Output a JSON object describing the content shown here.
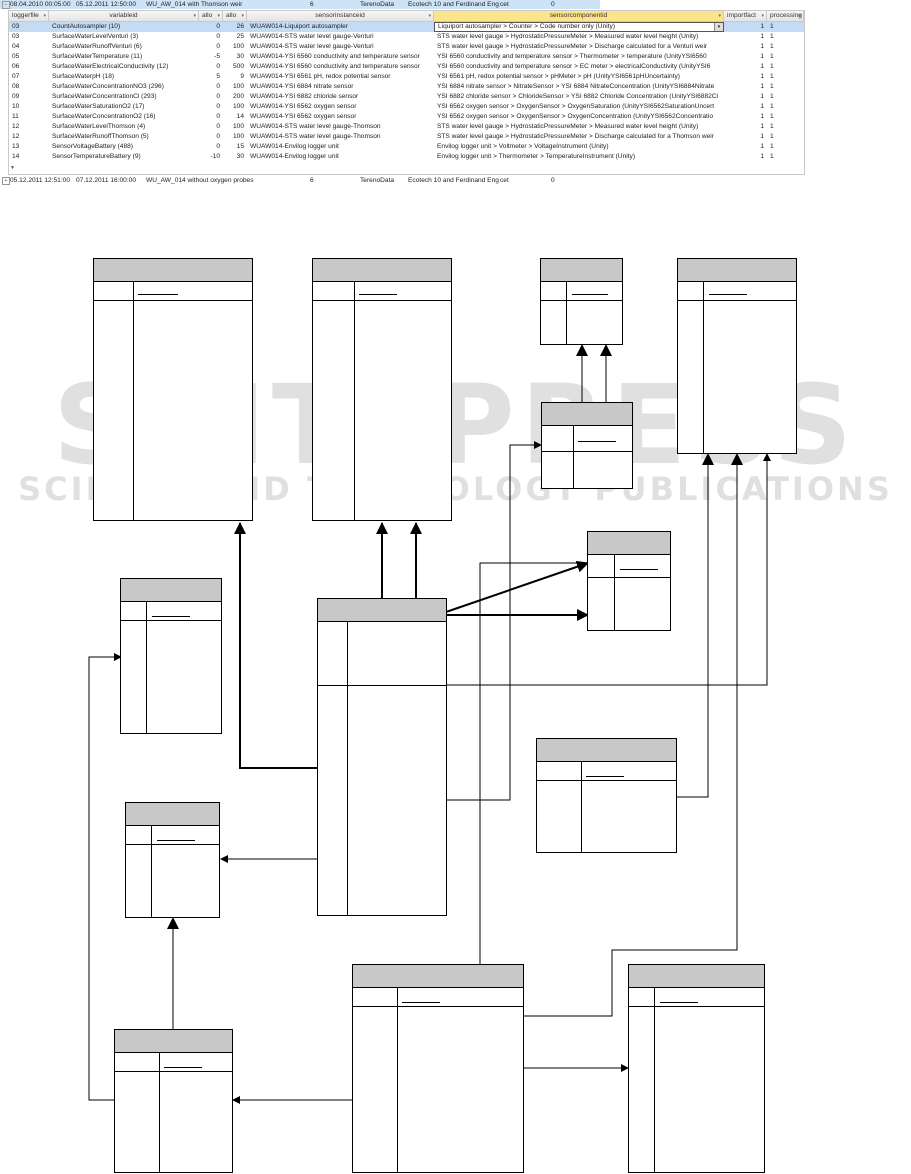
{
  "grid": {
    "parent_rows": [
      {
        "expander": "−",
        "start": "08.04.2010 00:05:00",
        "end": "05.12.2011 12:50:00",
        "name": "WU_AW_014 with Thomson weir",
        "count": "6",
        "source": "TerenoData",
        "logger": "Ecotech 10 and Ferdinand Eng",
        "format": "cet",
        "num": "0"
      },
      {
        "expander": "+",
        "start": "05.12.2011 12:51:00",
        "end": "07.12.2011 16:00:00",
        "name": "WU_AW_014 without oxygen probes",
        "count": "6",
        "source": "TerenoData",
        "logger": "Ecotech 10 and Ferdinand Eng",
        "format": "cet",
        "num": "0"
      }
    ],
    "columns": [
      "loggerfile",
      "variableid",
      "allo",
      "allo",
      "sensorinstanceid",
      "sensorcomponentid",
      "importfact",
      "processing"
    ],
    "rows": [
      {
        "a": "03",
        "b": "CountAutosampler (10)",
        "c": "0",
        "d": "26",
        "e": "WUAW014-Liquiport autosampler",
        "f": "Liquiport autosampler > Counter > Code number only (Unity)",
        "g": "1",
        "h": "1"
      },
      {
        "a": "03",
        "b": "SurfaceWaterLevelVenturi (3)",
        "c": "0",
        "d": "25",
        "e": "WUAW014-STS water level gauge-Venturi",
        "f": "STS water level gauge > HydrostaticPressureMeter > Measured water level height (Unity)",
        "g": "1",
        "h": "1"
      },
      {
        "a": "04",
        "b": "SurfaceWaterRunoffVenturi (6)",
        "c": "0",
        "d": "100",
        "e": "WUAW014-STS water level gauge-Venturi",
        "f": "STS water level gauge > HydrostaticPressureMeter > Discharge calculated for a Venturi weir",
        "g": "1",
        "h": "1"
      },
      {
        "a": "05",
        "b": "SurfaceWaterTemperature (11)",
        "c": "-5",
        "d": "30",
        "e": "WUAW014-YSI 6560 conductivity and temperature sensor",
        "f": "YSI 6560 conductivity and temperature sensor > Thermometer > temperature (UnityYSI6560",
        "g": "1",
        "h": "1"
      },
      {
        "a": "06",
        "b": "SurfaceWaterElectricalConductivity (12)",
        "c": "0",
        "d": "500",
        "e": "WUAW014-YSI 6560 conductivity and temperature sensor",
        "f": "YSI 6560 conductivity and temperature sensor > EC meter > electricalConductivity (UnityYSI6",
        "g": "1",
        "h": "1"
      },
      {
        "a": "07",
        "b": "SurfaceWaterpH (18)",
        "c": "5",
        "d": "9",
        "e": "WUAW014-YSI 6561 pH, redox potential sensor",
        "f": "YSI 6561 pH, redox potential sensor > pHMeter > pH (UnityYSI6561pHUncertainty)",
        "g": "1",
        "h": "1"
      },
      {
        "a": "08",
        "b": "SurfaceWaterConcentrationNO3 (296)",
        "c": "0",
        "d": "100",
        "e": "WUAW014-YSI 6884 nitrate sensor",
        "f": "YSI 6884 nitrate sensor > NitrateSensor > YSI 6884 NitrateConcentration (UnityYSI6884Nitrate",
        "g": "1",
        "h": "1"
      },
      {
        "a": "09",
        "b": "SurfaceWaterConcentrationCl (293)",
        "c": "0",
        "d": "200",
        "e": "WUAW014-YSI 6882 chloride sensor",
        "f": "YSI 6882 chloride sensor > ChlorideSensor > YSI 6882 Chloride Concentration (UnityYSI6882Cl",
        "g": "1",
        "h": "1"
      },
      {
        "a": "10",
        "b": "SurfaceWaterSaturationO2 (17)",
        "c": "0",
        "d": "100",
        "e": "WUAW014-YSI 6562 oxygen sensor",
        "f": "YSI 6562 oxygen sensor > OxygenSensor > OxygenSaturation (UnityYSI6562SaturationUncert",
        "g": "1",
        "h": "1"
      },
      {
        "a": "11",
        "b": "SurfaceWaterConcentrationO2 (16)",
        "c": "0",
        "d": "14",
        "e": "WUAW014-YSI 6562 oxygen sensor",
        "f": "YSI 6562 oxygen sensor > OxygenSensor > OxygenConcentration (UnityYSI6562Concentratio",
        "g": "1",
        "h": "1"
      },
      {
        "a": "12",
        "b": "SurfaceWaterLevelThomson (4)",
        "c": "0",
        "d": "100",
        "e": "WUAW014-STS water level gauge-Thomson",
        "f": "STS water level gauge > HydrostaticPressureMeter > Measured water level height (Unity)",
        "g": "1",
        "h": "1"
      },
      {
        "a": "12",
        "b": "SurfaceWaterRunoffThomson (5)",
        "c": "0",
        "d": "100",
        "e": "WUAW014-STS water level gauge-Thomson",
        "f": "STS water level gauge > HydrostaticPressureMeter > Discharge calculated for a Thomson weir",
        "g": "1",
        "h": "1"
      },
      {
        "a": "13",
        "b": "SensorVoltageBattery (488)",
        "c": "0",
        "d": "15",
        "e": "WUAW014-Envilog logger unit",
        "f": "Envilog logger unit > Voltmeter > VoltageInstrument (Unity)",
        "g": "1",
        "h": "1"
      },
      {
        "a": "14",
        "b": "SensorTemperatureBattery (9)",
        "c": "-10",
        "d": "30",
        "e": "WUAW014-Envilog logger unit",
        "f": "Envilog logger unit > Thermometer > TemperatureInstrument (Unity)",
        "g": "1",
        "h": "1"
      }
    ],
    "scroll_arrow": "▼"
  },
  "watermark": {
    "big": "SCITEPRESS",
    "small": "SCIENCE AND TECHNOLOGY PUBLICATIONS"
  }
}
